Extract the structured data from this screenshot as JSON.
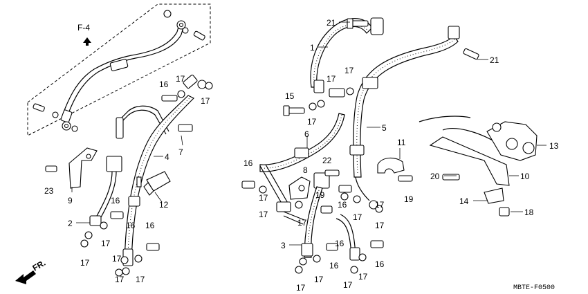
{
  "diagram": {
    "page_ref": "F-4",
    "direction_label": "FR.",
    "code": "MBTE-F0500",
    "callouts": {
      "c21a": "21",
      "c21b": "21",
      "c1": "1",
      "c16a": "16",
      "c17a": "17",
      "c17b": "17",
      "c15": "15",
      "c17c": "17",
      "c17d": "17",
      "c17e": "17",
      "c5": "5",
      "c6": "6",
      "c7": "7",
      "c4": "4",
      "c11": "11",
      "c13": "13",
      "c16b": "16",
      "c22": "22",
      "c8": "8",
      "c10": "10",
      "c20": "20",
      "c23": "23",
      "c9": "9",
      "c12": "12",
      "c19a": "19",
      "c19b": "19",
      "c16c": "16",
      "c16d": "16",
      "c17f": "17",
      "c17g": "17",
      "c17h": "17",
      "c17i": "17",
      "c14": "14",
      "c18": "18",
      "c2": "2",
      "c16e": "16",
      "c17j": "17",
      "c3": "3",
      "c16f": "16",
      "c17k": "17",
      "c17l": "17",
      "c17m": "17",
      "c17n": "17",
      "c17o": "17",
      "c17p": "17",
      "c16g": "16",
      "c17q": "17",
      "c16h": "16",
      "c16i": "16",
      "c17r": "17",
      "c17s": "17",
      "c17t": "17"
    }
  }
}
